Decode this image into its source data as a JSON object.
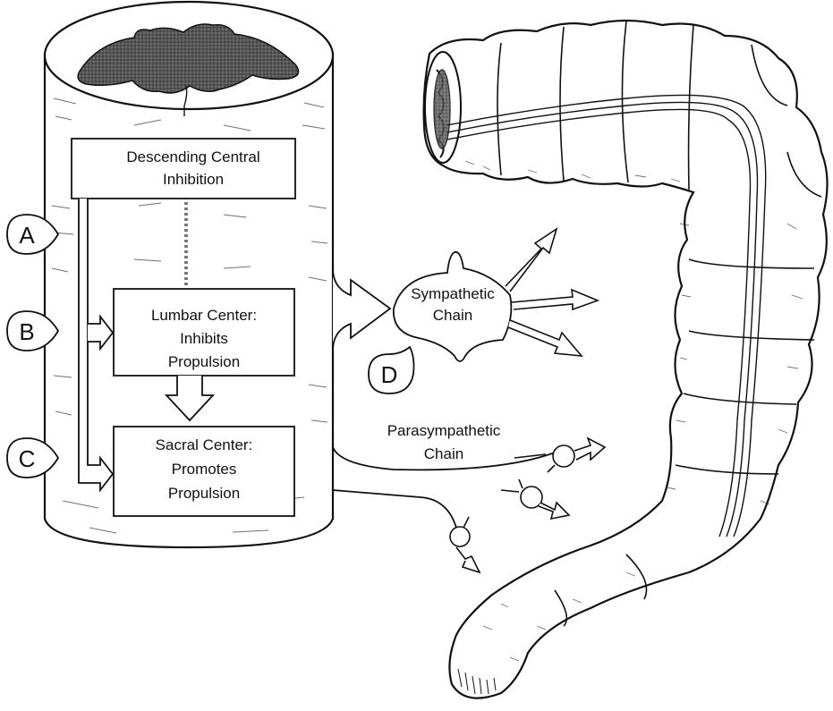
{
  "boxes": {
    "descending": {
      "line1": "Descending Central",
      "line2": "Inhibition"
    },
    "lumbar": {
      "line1": "Lumbar Center:",
      "line2": "Inhibits",
      "line3": "Propulsion"
    },
    "sacral": {
      "line1": "Sacral Center:",
      "line2": "Promotes",
      "line3": "Propulsion"
    }
  },
  "chains": {
    "sympathetic": {
      "line1": "Sympathetic",
      "line2": "Chain"
    },
    "parasympathetic": {
      "line1": "Parasympathetic",
      "line2": "Chain"
    }
  },
  "markers": {
    "a": "A",
    "b": "B",
    "c": "C",
    "d": "D"
  }
}
